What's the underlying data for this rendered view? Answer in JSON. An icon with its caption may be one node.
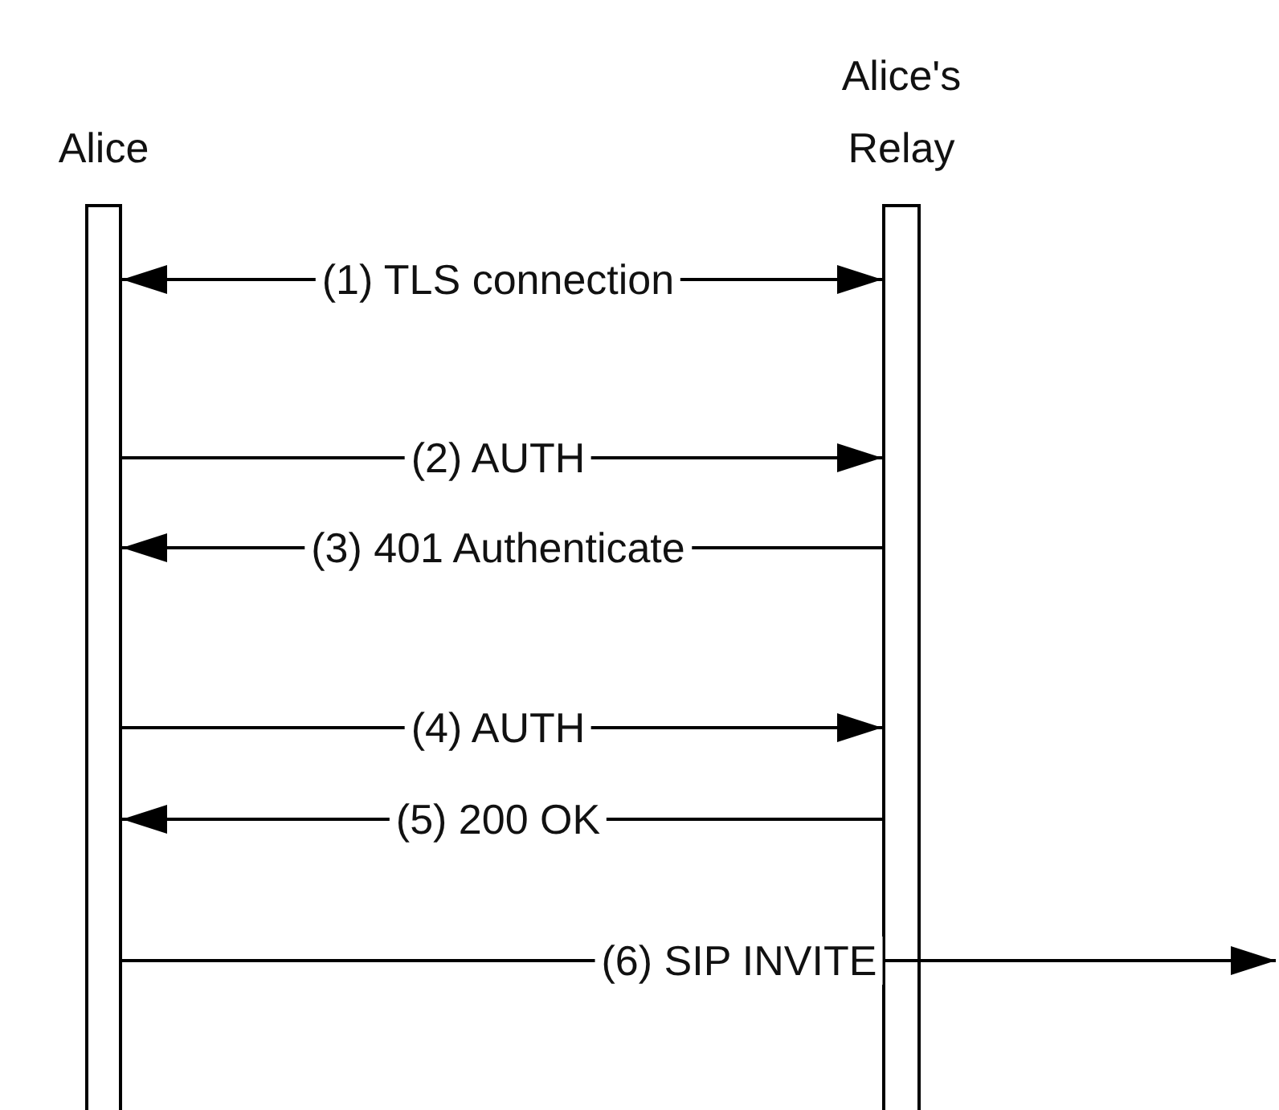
{
  "diagram": {
    "nodes": [
      {
        "text": [
          "Alice"
        ]
      },
      {
        "text": [
          "Alice's Relay"
        ]
      }
    ],
    "edges": [
      {
        "from": 0,
        "to": 1,
        "arrow": "both",
        "label": "(1) TLS connection"
      },
      {
        "from": 0,
        "to": 1,
        "arrow": "to",
        "label": "(2) AUTH"
      },
      {
        "from": 1,
        "to": 0,
        "arrow": "to",
        "label": "(3) 401 Authenticate"
      },
      {
        "from": 0,
        "to": 1,
        "arrow": "to",
        "label": "(4) AUTH"
      },
      {
        "from": 1,
        "to": 0,
        "arrow": "to",
        "label": "(5) 200 OK"
      },
      {
        "from": 0,
        "to": null,
        "arrow": "to",
        "label": "(6) SIP INVITE"
      }
    ]
  }
}
